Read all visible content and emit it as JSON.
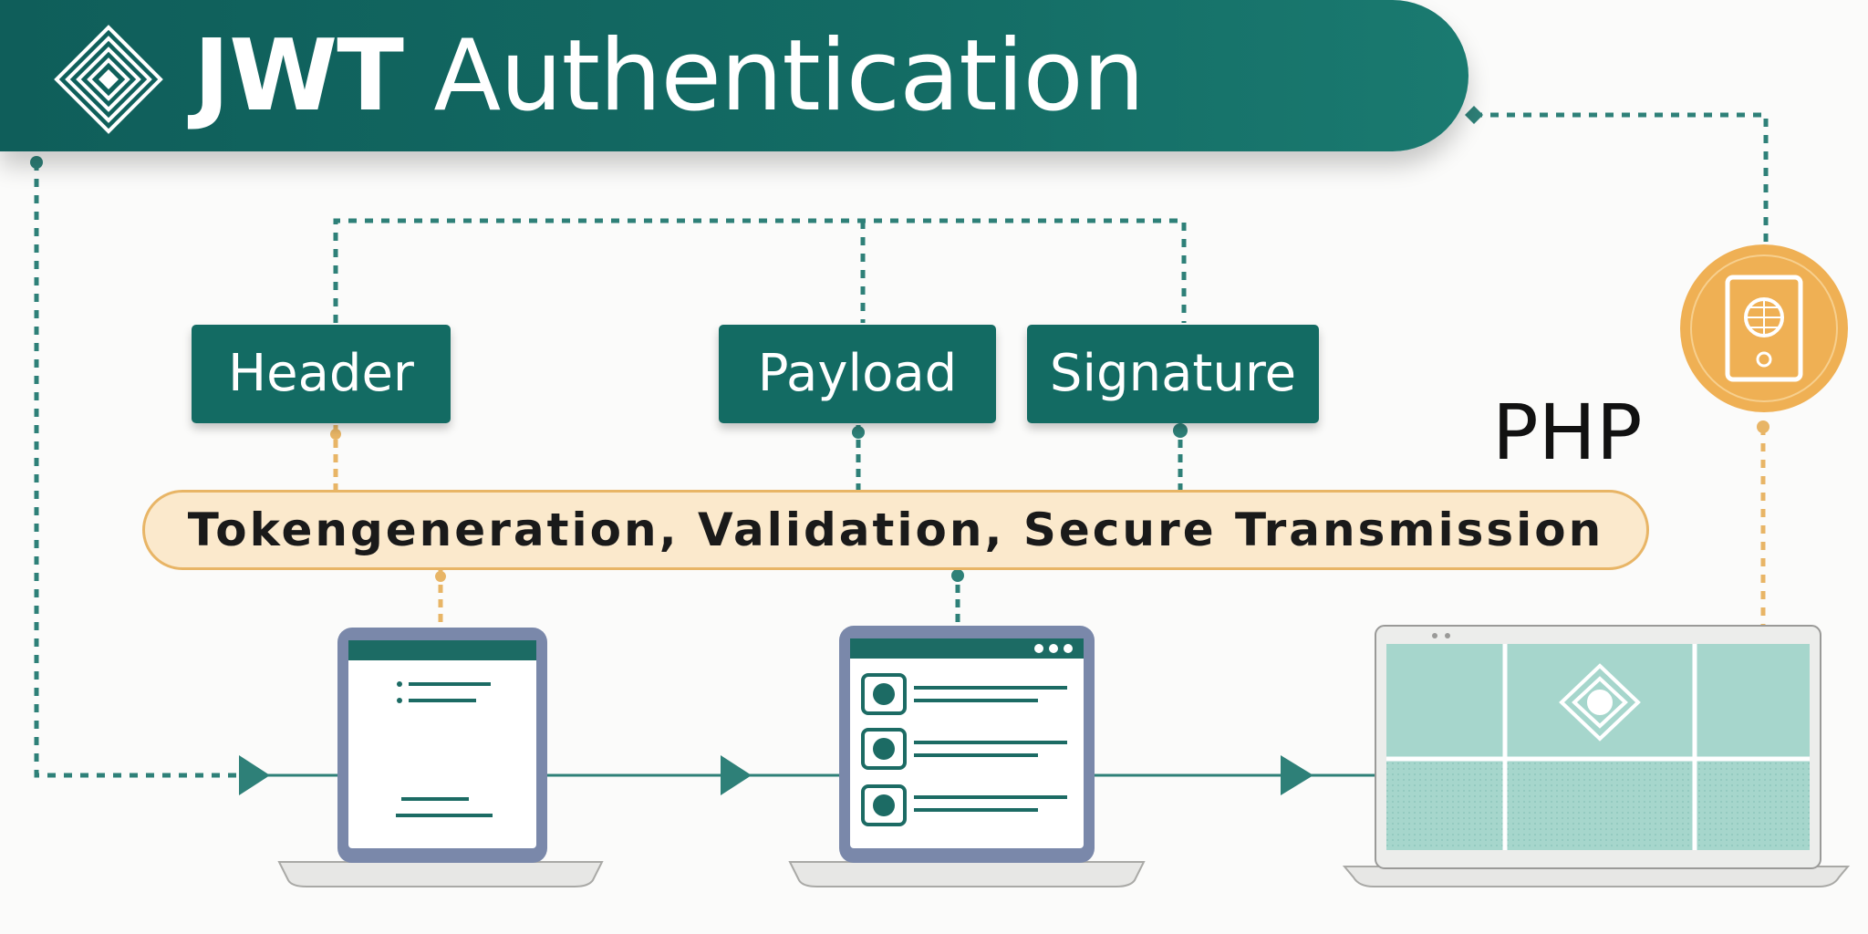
{
  "title": {
    "strong": "JWT",
    "rest": "Authentication"
  },
  "tags": {
    "header": "Header",
    "payload": "Payload",
    "signature": "Signature"
  },
  "platform_label": "PHP",
  "process_bar": "Tokengeneration, Validation, Secure Transmission",
  "icons": {
    "title_logo": "nested-diamond-logo-icon",
    "token_badge": "document-seal-badge-icon",
    "device_1": "laptop-document-icon",
    "device_2": "laptop-checklist-icon",
    "device_3": "laptop-grid-dashboard-icon"
  },
  "colors": {
    "teal": "#136b63",
    "teal_light": "#a7d8cf",
    "gold": "#e8b566",
    "gold_fill": "#fbe9cc",
    "device_frame": "#7a88aa"
  }
}
